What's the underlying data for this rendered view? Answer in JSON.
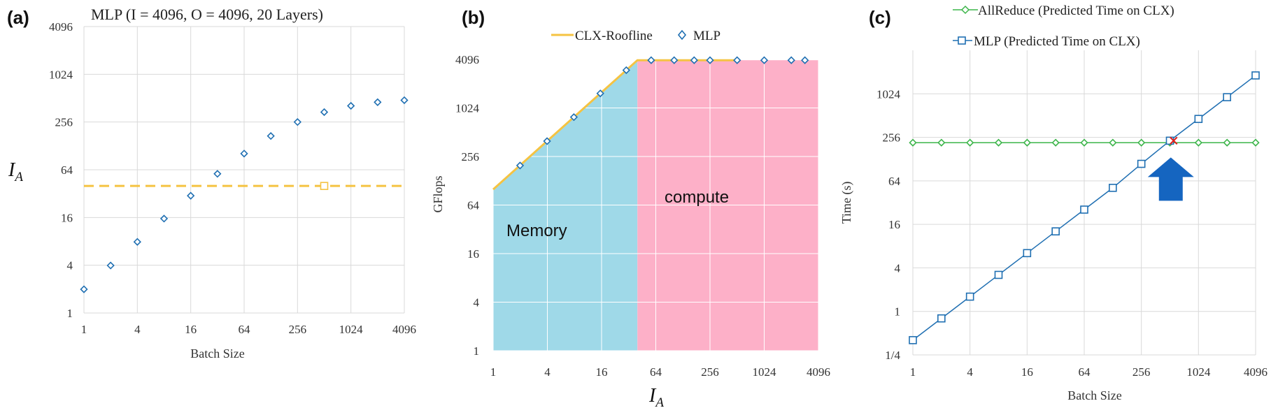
{
  "panels": {
    "a": {
      "letter": "(a)",
      "title": "MLP (I = 4096, O = 4096, 20 Layers)",
      "xlabel": "Batch Size",
      "ylabel_main": "I",
      "ylabel_sub": "A"
    },
    "b": {
      "letter": "(b)",
      "xlabel_main": "I",
      "xlabel_sub": "A",
      "ylabel": "GFlops",
      "legend_roofline": "CLX-Roofline",
      "legend_mlp": "MLP",
      "region_memory": "Memory",
      "region_compute": "compute"
    },
    "c": {
      "letter": "(c)",
      "xlabel": "Batch Size",
      "ylabel": "Time (s)",
      "legend_allreduce": "AllReduce (Predicted Time on CLX)",
      "legend_mlp": "MLP (Predicted Time on CLX)"
    }
  },
  "colors": {
    "mlp_marker": "#1f6fb2",
    "roofline": "#f5c342",
    "memory_fill": "#9fd9e8",
    "compute_fill": "#fdb0c8",
    "allreduce": "#3cb54a",
    "arrow": "#1565c0",
    "cross": "#e0201c",
    "grid": "#d9d9d9"
  },
  "chart_data": [
    {
      "id": "a",
      "type": "scatter",
      "title": "MLP (I = 4096, O = 4096, 20 Layers)",
      "xlabel": "Batch Size",
      "ylabel": "I_A",
      "xscale": "log2",
      "yscale": "log2",
      "xlim": [
        1,
        4096
      ],
      "ylim": [
        1,
        4096
      ],
      "xticks": [
        "1",
        "4",
        "16",
        "64",
        "256",
        "1024",
        "4096"
      ],
      "yticks": [
        "1",
        "4",
        "16",
        "64",
        "256",
        "1024",
        "4096"
      ],
      "grid": true,
      "series": [
        {
          "marker": "diamond",
          "x": [
            1,
            2,
            4,
            8,
            16,
            32,
            64,
            128,
            256,
            512,
            1024,
            2048,
            4096
          ],
          "y": [
            1.99,
            3.97,
            7.88,
            15.5,
            30.1,
            56.9,
            102.4,
            170.7,
            256,
            341.3,
            409.6,
            455.1,
            481.9
          ]
        }
      ],
      "reference_line": {
        "y": 40,
        "style": "dashed",
        "color": "#f5c342",
        "marker_x": 512
      }
    },
    {
      "id": "b",
      "type": "line",
      "xlabel": "I_A",
      "ylabel": "GFlops",
      "xscale": "log2",
      "yscale": "log2",
      "xlim": [
        1,
        4096
      ],
      "ylim": [
        1,
        4096
      ],
      "xticks": [
        "1",
        "4",
        "16",
        "64",
        "256",
        "1024",
        "4096"
      ],
      "yticks": [
        "1",
        "4",
        "16",
        "64",
        "256",
        "1024",
        "4096"
      ],
      "legend_position": "top",
      "regions": [
        {
          "label": "Memory",
          "x_range": [
            1,
            40
          ]
        },
        {
          "label": "compute",
          "x_range": [
            40,
            4096
          ]
        }
      ],
      "series": [
        {
          "name": "CLX-Roofline",
          "x": [
            1,
            40,
            500
          ],
          "y": [
            100,
            4000,
            4000
          ]
        },
        {
          "name": "MLP",
          "marker": "diamond",
          "x": [
            1.99,
            3.97,
            7.88,
            15.5,
            30.1,
            56.9,
            102.4,
            170.7,
            256,
            512,
            1024,
            2048,
            2900
          ],
          "y": [
            198,
            397,
            788,
            1550,
            3010,
            4000,
            4000,
            4000,
            4000,
            4000,
            4000,
            4000,
            4000
          ]
        }
      ]
    },
    {
      "id": "c",
      "type": "line",
      "xlabel": "Batch Size",
      "ylabel": "Time (s)",
      "xscale": "log2",
      "yscale": "log2",
      "xlim": [
        1,
        4096
      ],
      "ylim": [
        0.25,
        4096
      ],
      "xticks": [
        "1",
        "4",
        "16",
        "64",
        "256",
        "1024",
        "4096"
      ],
      "yticks": [
        "1/4",
        "1",
        "4",
        "16",
        "64",
        "256",
        "1024"
      ],
      "legend_position": "top",
      "series": [
        {
          "name": "AllReduce (Predicted Time on CLX)",
          "marker": "diamond",
          "x": [
            1,
            2,
            4,
            8,
            16,
            32,
            64,
            128,
            256,
            512,
            1024,
            2048,
            4096
          ],
          "y": [
            216,
            216,
            216,
            216,
            216,
            216,
            216,
            216,
            216,
            216,
            216,
            216,
            216
          ]
        },
        {
          "name": "MLP (Predicted Time on CLX)",
          "marker": "square",
          "x": [
            1,
            2,
            4,
            8,
            16,
            32,
            64,
            128,
            256,
            512,
            1024,
            2048,
            4096
          ],
          "y": [
            0.4,
            0.8,
            1.6,
            3.2,
            6.4,
            12.8,
            25.6,
            51.2,
            110,
            230,
            460,
            920,
            1840
          ]
        }
      ],
      "crossover": {
        "x": 560,
        "y": 230
      }
    }
  ]
}
